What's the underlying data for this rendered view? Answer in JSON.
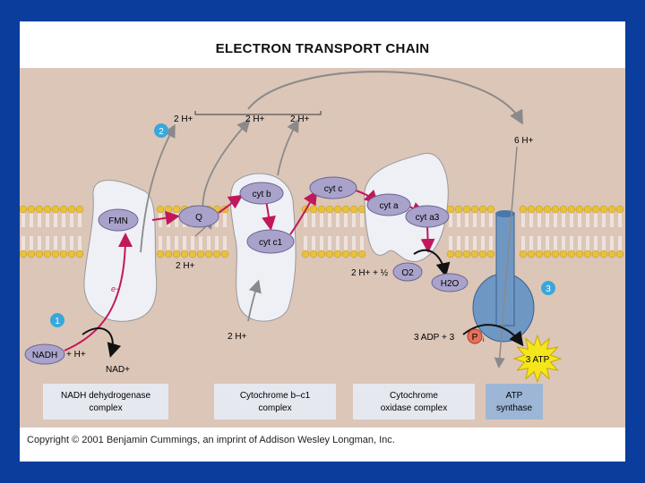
{
  "title": "ELECTRON TRANSPORT CHAIN",
  "copyright": "Copyright © 2001 Benjamin Cummings, an imprint of Addison Wesley Longman, Inc.",
  "colors": {
    "background_border": "#0a3d9c",
    "cytoplasm": "#dcc6b8",
    "lipid_head": "#e8c23a",
    "protein": "#eef0f6",
    "carrier": "#a9a3cc",
    "electron_arrow": "#c2185b",
    "proton_arrow": "#8a8a8a",
    "step_badge": "#39a7dc",
    "atp_synthase": "#6f97c4",
    "phosphate": "#e8705a",
    "atp_star": "#f4e61a"
  },
  "steps": [
    "1",
    "2",
    "3"
  ],
  "carriers": {
    "fmn": "FMN",
    "q": "Q",
    "cyt_b": "cyt b",
    "cyt_c1": "cyt c1",
    "cyt_c": "cyt c",
    "cyt_a": "cyt a",
    "cyt_a3": "cyt a3",
    "o2": "O2",
    "h2o": "H2O"
  },
  "protons": {
    "top_1": "2 H+",
    "top_2": "2 H+",
    "top_3": "2 H+",
    "six": "6 H+",
    "mid": "2 H+",
    "bottom": "2 H+",
    "nadh_h": "+ H+"
  },
  "labels": {
    "electron": "e−",
    "nadh": "NADH",
    "nad": "NAD+",
    "oxygen_eq": "2 H+ + ½",
    "adp_eq": "3 ADP + 3",
    "phosphate": "P",
    "phosphate_sub": "i",
    "atp": "3 ATP"
  },
  "complexes": [
    {
      "line1": "NADH dehydrogenase",
      "line2": "complex"
    },
    {
      "line1": "Cytochrome b–c1",
      "line2": "complex"
    },
    {
      "line1": "Cytochrome",
      "line2": "oxidase complex"
    },
    {
      "line1": "ATP",
      "line2": "synthase"
    }
  ]
}
